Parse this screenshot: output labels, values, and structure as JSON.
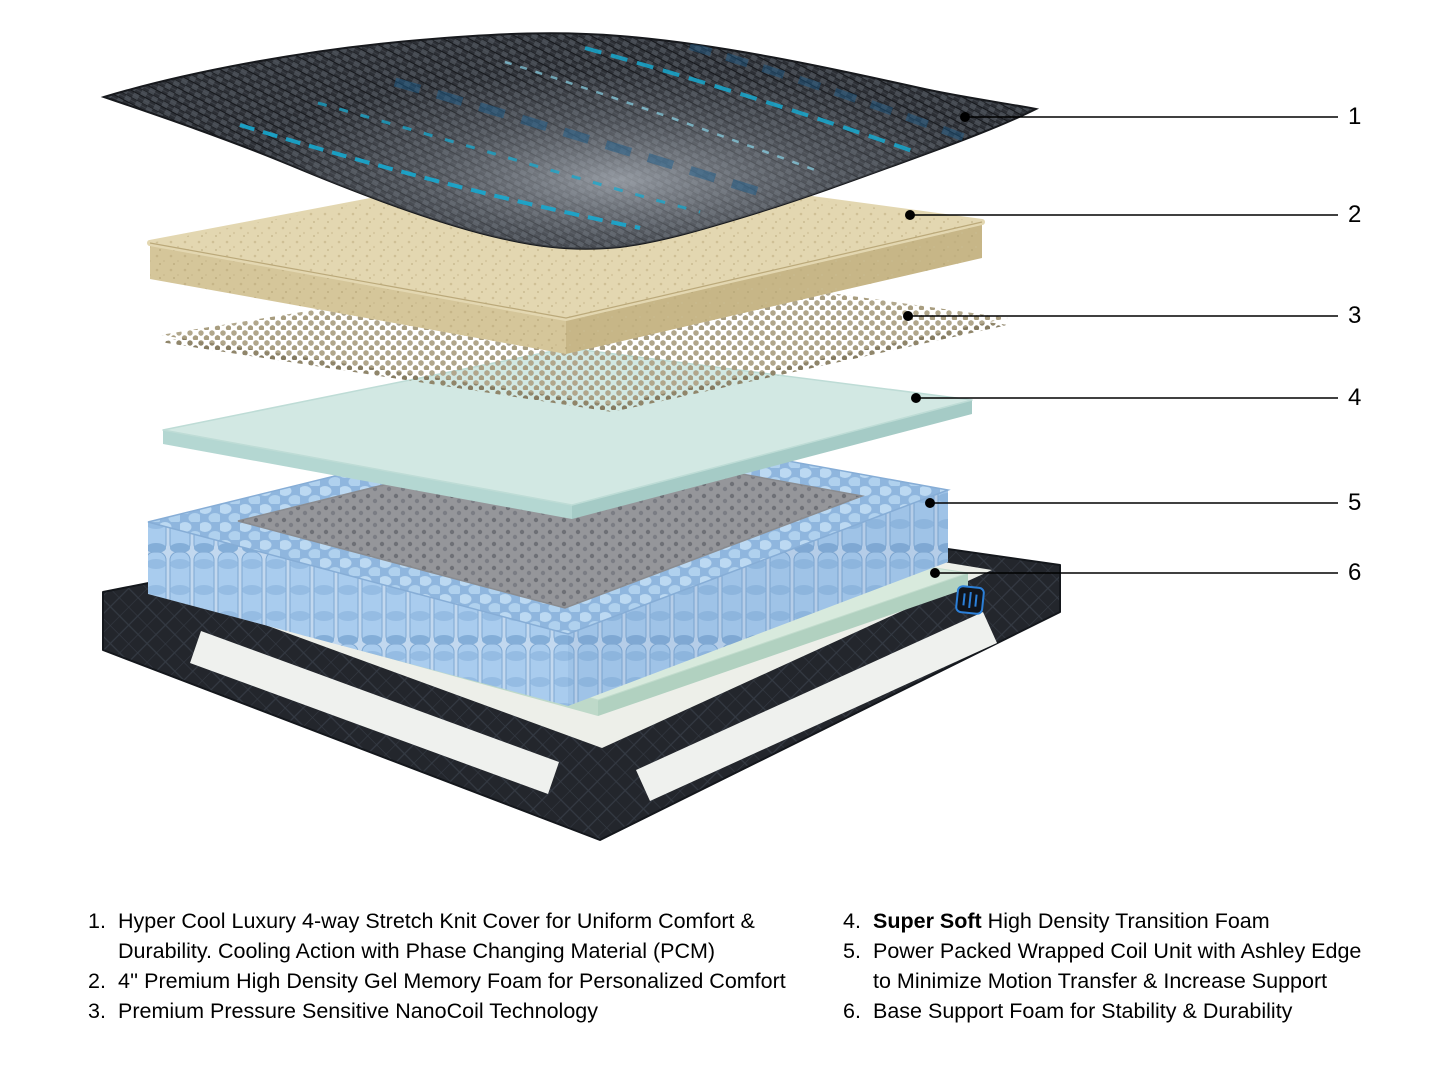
{
  "callouts": [
    {
      "num": "1"
    },
    {
      "num": "2"
    },
    {
      "num": "3"
    },
    {
      "num": "4"
    },
    {
      "num": "5"
    },
    {
      "num": "6"
    }
  ],
  "legend": {
    "left": [
      {
        "num": "1.",
        "text": "Hyper Cool Luxury 4-way Stretch Knit Cover for Uniform Comfort & Durability. Cooling Action with Phase Changing Material (PCM)"
      },
      {
        "num": "2.",
        "text": "4'' Premium High Density Gel Memory Foam for Personalized Comfort"
      },
      {
        "num": "3.",
        "text": "Premium Pressure Sensitive NanoCoil Technology"
      }
    ],
    "right": [
      {
        "num": "4.",
        "bold": "Super Soft",
        "text": " High Density Transition Foam"
      },
      {
        "num": "5.",
        "text": "Power Packed Wrapped Coil Unit with Ashley Edge to Minimize Motion Transfer & Increase Support"
      },
      {
        "num": "6.",
        "text": "Base Support Foam for Stability & Durability"
      }
    ]
  },
  "colors": {
    "accent_cyan": "#17a9cf",
    "cover_dark": "#2c2f35",
    "memory_foam_tan": "#e3d7b1",
    "nanocoil_taupe": "#b1a78c",
    "transition_foam_aqua": "#d2e8e3",
    "coil_blue": "#a9ccee",
    "base_foam_green": "#d8eadd",
    "base_cover_dark": "#23262c",
    "logo_blue": "#2b7fd8"
  }
}
